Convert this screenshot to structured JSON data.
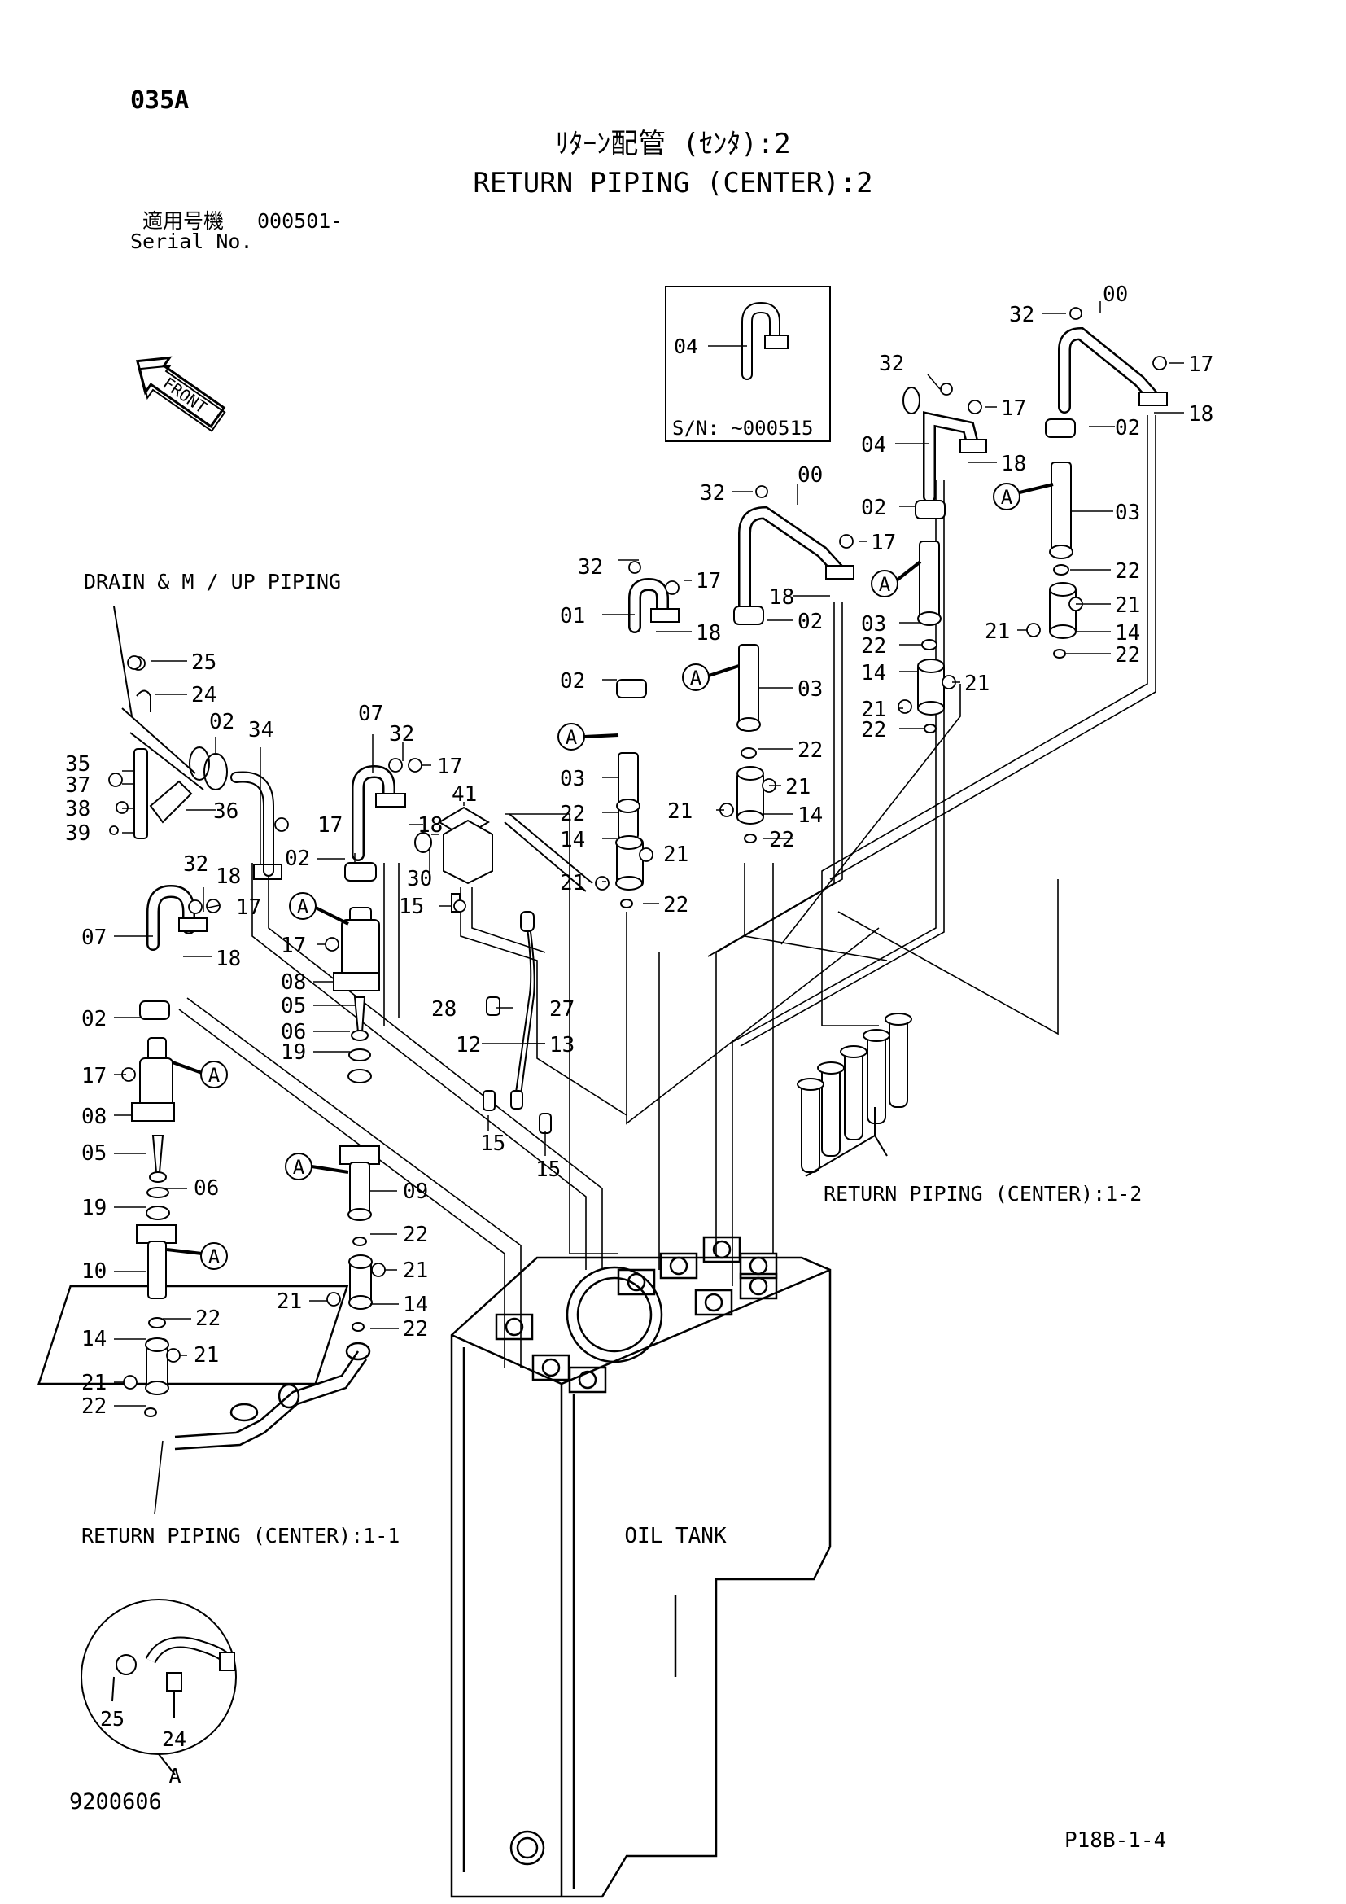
{
  "page_code": "035A",
  "title_jp": "ﾘﾀｰﾝ配管 (ｾﾝﾀ):2",
  "title_en": "RETURN PIPING (CENTER):2",
  "serial_label_jp": "適用号機",
  "serial_value": "000501-",
  "serial_label_en": "Serial No.",
  "front_label": "FRONT",
  "inset": {
    "part": "04",
    "serial": "S/N:  ~000515"
  },
  "labels": {
    "drain": "DRAIN & M / UP  PIPING",
    "return_1_1": "RETURN  PIPING (CENTER):1-1",
    "return_1_2": "RETURN  PIPING (CENTER):1-2",
    "oil_tank": "OIL  TANK",
    "detail_letter": "A",
    "detail_25": "25",
    "detail_24": "24"
  },
  "part_numbers": {
    "n00": "00",
    "n01": "01",
    "n02": "02",
    "n03": "03",
    "n04": "04",
    "n05": "05",
    "n06": "06",
    "n07": "07",
    "n08": "08",
    "n09": "09",
    "n10": "10",
    "n12": "12",
    "n13": "13",
    "n14": "14",
    "n15": "15",
    "n17": "17",
    "n18": "18",
    "n19": "19",
    "n21": "21",
    "n22": "22",
    "n24": "24",
    "n25": "25",
    "n27": "27",
    "n28": "28",
    "n30": "30",
    "n32": "32",
    "n34": "34",
    "n35": "35",
    "n36": "36",
    "n37": "37",
    "n38": "38",
    "n39": "39",
    "n41": "41",
    "A": "A"
  },
  "footer_left": "9200606",
  "footer_right": "P18B-1-4"
}
